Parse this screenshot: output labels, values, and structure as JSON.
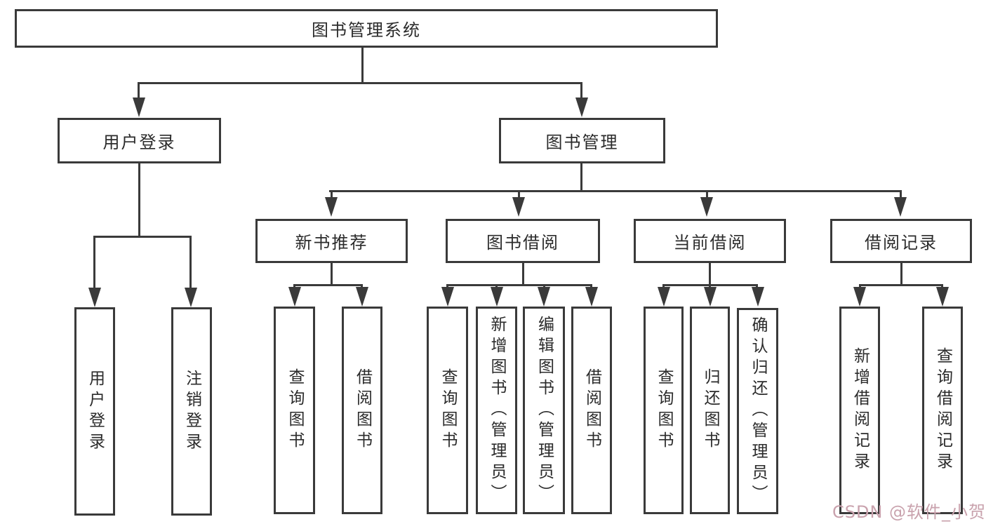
{
  "diagram_type": "hierarchy-tree",
  "tree": {
    "label": "图书管理系统",
    "children": [
      {
        "label": "用户登录",
        "children": [
          {
            "label": "用户登录"
          },
          {
            "label": "注销登录"
          }
        ]
      },
      {
        "label": "图书管理",
        "children": [
          {
            "label": "新书推荐",
            "children": [
              {
                "label": "查询图书"
              },
              {
                "label": "借阅图书"
              }
            ]
          },
          {
            "label": "图书借阅",
            "children": [
              {
                "label": "查询图书"
              },
              {
                "label": "新增图书（管理员）"
              },
              {
                "label": "编辑图书（管理员）"
              },
              {
                "label": "借阅图书"
              }
            ]
          },
          {
            "label": "当前借阅",
            "children": [
              {
                "label": "查询图书"
              },
              {
                "label": "归还图书"
              },
              {
                "label": "确认归还（管理员）"
              }
            ]
          },
          {
            "label": "借阅记录",
            "children": [
              {
                "label": "新增借阅记录"
              },
              {
                "label": "查询借阅记录"
              }
            ]
          }
        ]
      }
    ]
  },
  "watermark": {
    "text": "CSDN @软件_小贺同学"
  },
  "colors": {
    "line": "#3a3a3a",
    "text": "#2b2b2b",
    "watermark": "#c9a2ad",
    "background": "#ffffff"
  }
}
